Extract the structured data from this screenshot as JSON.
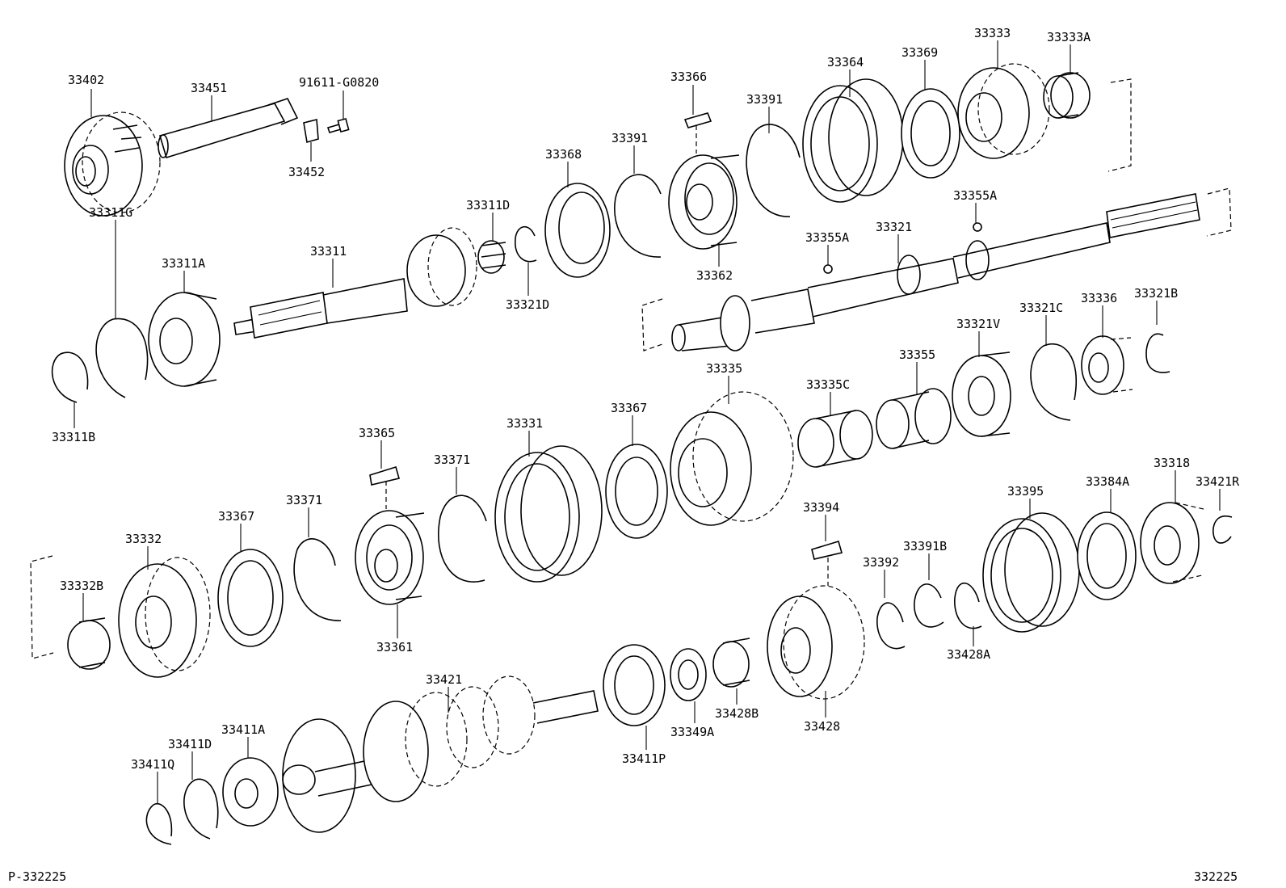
{
  "diagram": {
    "code_left": "P-332225",
    "code_right": "332225",
    "labels": {
      "p33402": "33402",
      "p33451": "33451",
      "p91611": "91611-G0820",
      "p33452": "33452",
      "p33366": "33366",
      "p33391a": "33391",
      "p33364": "33364",
      "p33369": "33369",
      "p33333": "33333",
      "p33333A": "33333A",
      "p33368": "33368",
      "p33391b": "33391",
      "p33311D": "33311D",
      "p33311A": "33311A",
      "p33311": "33311",
      "p33311G": "33311G",
      "p33321D": "33321D",
      "p33362": "33362",
      "p33355A_a": "33355A",
      "p33355A_b": "33355A",
      "p33321": "33321",
      "p33311B": "33311B",
      "p33335": "33335",
      "p33335C": "33335C",
      "p33355": "33355",
      "p33321V": "33321V",
      "p33321C": "33321C",
      "p33336": "33336",
      "p33321B": "33321B",
      "p33365": "33365",
      "p33331": "33331",
      "p33367a": "33367",
      "p33371a": "33371",
      "p33371b": "33371",
      "p33367b": "33367",
      "p33332": "33332",
      "p33332B": "33332B",
      "p33361": "33361",
      "p33394": "33394",
      "p33395": "33395",
      "p33384A": "33384A",
      "p33318": "33318",
      "p33421R": "33421R",
      "p33392": "33392",
      "p33391B": "33391B",
      "p33428A": "33428A",
      "p33428": "33428",
      "p33421": "33421",
      "p33411D": "33411D",
      "p33411A": "33411A",
      "p33411Q": "33411Q",
      "p33411P": "33411P",
      "p33349A": "33349A",
      "p33428B": "33428B"
    }
  }
}
